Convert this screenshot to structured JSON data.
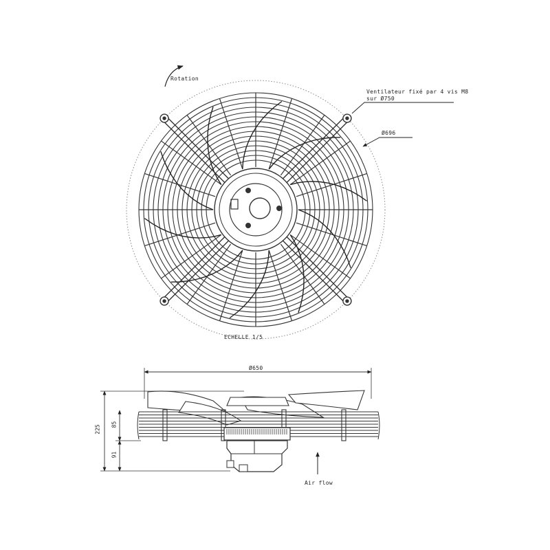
{
  "top_view": {
    "rotation_label": "Rotation",
    "mount_note_line1": "Ventilateur fixé par 4 vis M8",
    "mount_note_line2": "sur Ø750",
    "grille_diameter": "Ø696",
    "scale_label": "ECHELLE 1/5"
  },
  "side_view": {
    "overall_diameter": "Ø650",
    "total_height": "225",
    "guard_height": "85",
    "motor_height": "91",
    "airflow_label": "Air flow"
  }
}
